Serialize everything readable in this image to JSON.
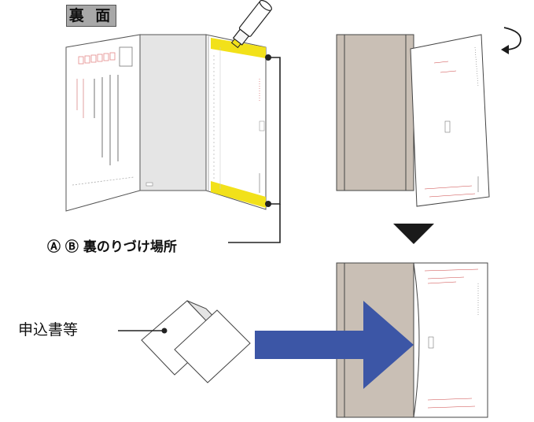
{
  "back_side_label": "裏 面",
  "glue_caption": "Ⓐ Ⓑ 裏のりづけ場所",
  "documents_caption": "申込書等",
  "colors": {
    "envelope_tan": "#c9bfb5",
    "glue_yellow": "#f2e11a",
    "arrow_blue": "#3c56a6",
    "fold_arrow": "#1a1a1a",
    "gray_panel": "#e5e5e5"
  },
  "icons": [
    "glue-stick-icon",
    "rotate-arrow-icon",
    "down-arrow-icon",
    "insert-arrow-icon"
  ]
}
